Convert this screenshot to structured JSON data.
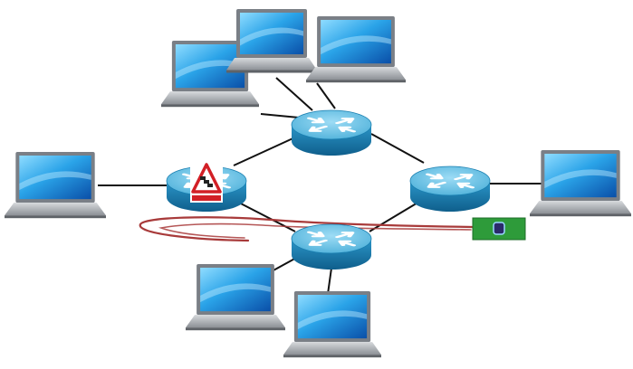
{
  "colors": {
    "background": "#ffffff",
    "link": "#111111",
    "router_top": "#6fc4e8",
    "router_side": "#1a7fb0",
    "router_arrows": "#ffffff",
    "laptop_screen_light": "#5cc2f2",
    "laptop_screen_dark": "#0a4fa8",
    "laptop_bezel": "#7a7f86",
    "laptop_base": "#b9bdc2",
    "packet_path": "#a83a3a",
    "packet_fill": "#2e9b3a",
    "packet_icon": "#2a2a6a",
    "warning_border": "#d21f26",
    "warning_fill": "#ffffff"
  },
  "nodes": {
    "routers": [
      {
        "id": "router-top",
        "name": "router-top-icon"
      },
      {
        "id": "router-left",
        "name": "router-left-icon",
        "warning": "congestion-warning-icon"
      },
      {
        "id": "router-right",
        "name": "router-right-icon"
      },
      {
        "id": "router-bottom",
        "name": "router-bottom-icon"
      }
    ],
    "laptops": [
      {
        "id": "laptop-top-1",
        "name": "laptop-top-left-icon",
        "router": "router-top"
      },
      {
        "id": "laptop-top-2",
        "name": "laptop-top-center-icon",
        "router": "router-top"
      },
      {
        "id": "laptop-top-3",
        "name": "laptop-top-right-icon",
        "router": "router-top"
      },
      {
        "id": "laptop-left",
        "name": "laptop-left-icon",
        "router": "router-left"
      },
      {
        "id": "laptop-right",
        "name": "laptop-right-icon",
        "router": "router-right"
      },
      {
        "id": "laptop-bottom-1",
        "name": "laptop-bottom-left-icon",
        "router": "router-bottom"
      },
      {
        "id": "laptop-bottom-2",
        "name": "laptop-bottom-right-icon",
        "router": "router-bottom"
      }
    ],
    "router_links": [
      [
        "router-left",
        "router-top"
      ],
      [
        "router-top",
        "router-right"
      ],
      [
        "router-right",
        "router-bottom"
      ],
      [
        "router-bottom",
        "router-left"
      ]
    ],
    "packet": {
      "name": "data-packet-icon",
      "path_name": "packet-path-trail"
    }
  }
}
